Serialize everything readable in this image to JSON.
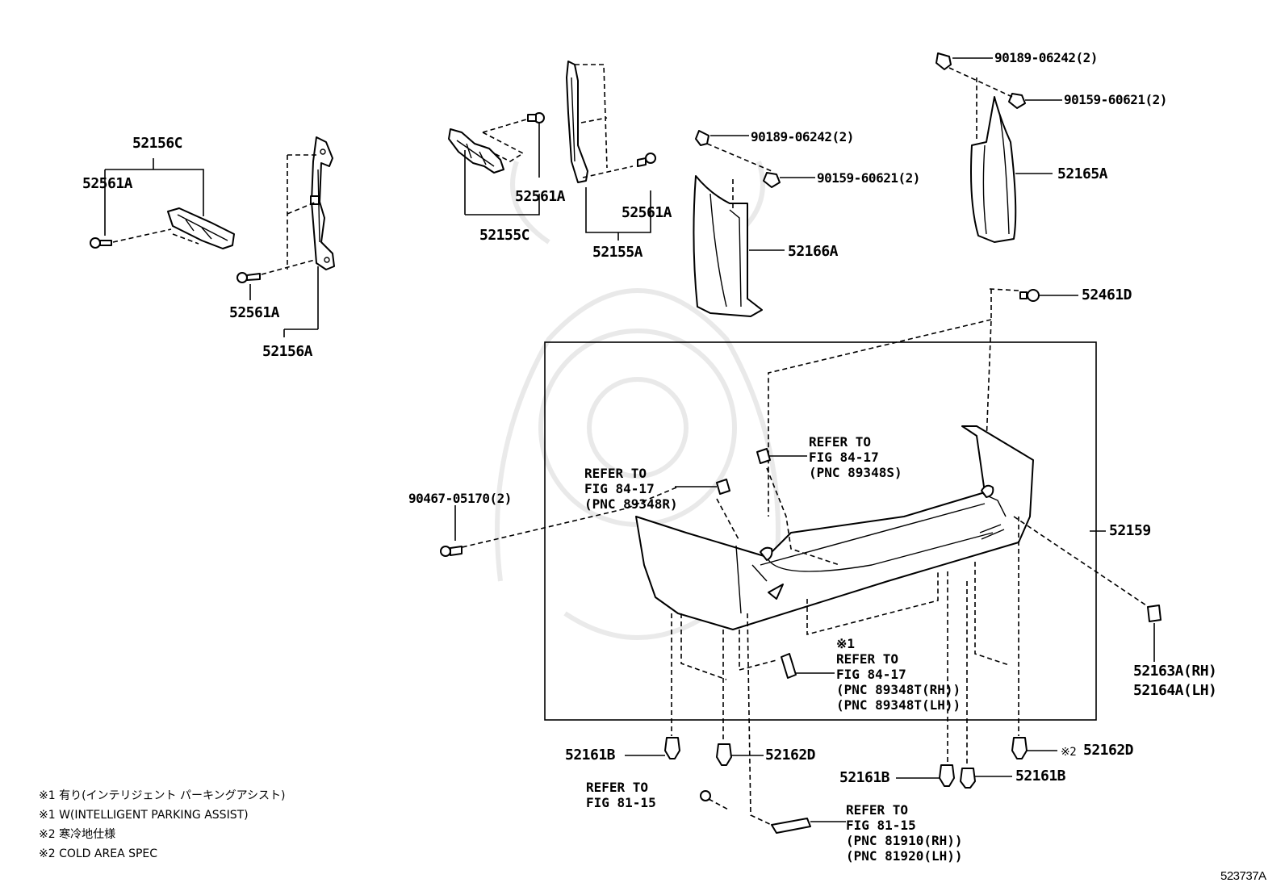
{
  "labels": {
    "c52156C": "52156C",
    "c52561A_1": "52561A",
    "c52561A_2": "52561A",
    "c52156A": "52156A",
    "c52561A_3": "52561A",
    "c52155C": "52155C",
    "c52561A_4": "52561A",
    "c52155A": "52155A",
    "c90189_1": "90189-06242(2)",
    "c90159_1": "90159-60621(2)",
    "c52166A": "52166A",
    "c90189_2": "90189-06242(2)",
    "c90159_2": "90159-60621(2)",
    "c52165A": "52165A",
    "c52461D": "52461D",
    "c90467": "90467-05170(2)",
    "c52159": "52159",
    "c52163A": "52163A(RH)",
    "c52164A": "52164A(LH)",
    "c52161B_1": "52161B",
    "c52162D_1": "52162D",
    "c52161B_2": "52161B",
    "c52161B_3": "52161B",
    "c52162D_2": "52162D",
    "mark2": "※2"
  },
  "refs": {
    "r1": "REFER TO\nFIG 84-17\n(PNC 89348S)",
    "r2": "REFER TO\nFIG 84-17\n(PNC 89348R)",
    "r3": "※1\nREFER TO\nFIG 84-17\n(PNC 89348T(RH))\n(PNC 89348T(LH))",
    "r4": "REFER TO\nFIG 81-15",
    "r5": "REFER TO\nFIG 81-15\n(PNC 81910(RH))\n(PNC 81920(LH))"
  },
  "notes": [
    "※1 有り(インテリジェント パーキングアシスト)",
    "※1 W(INTELLIGENT PARKING ASSIST)",
    "※2 寒冷地仕様",
    "※2 COLD AREA SPEC"
  ],
  "figure_id": "523737A"
}
